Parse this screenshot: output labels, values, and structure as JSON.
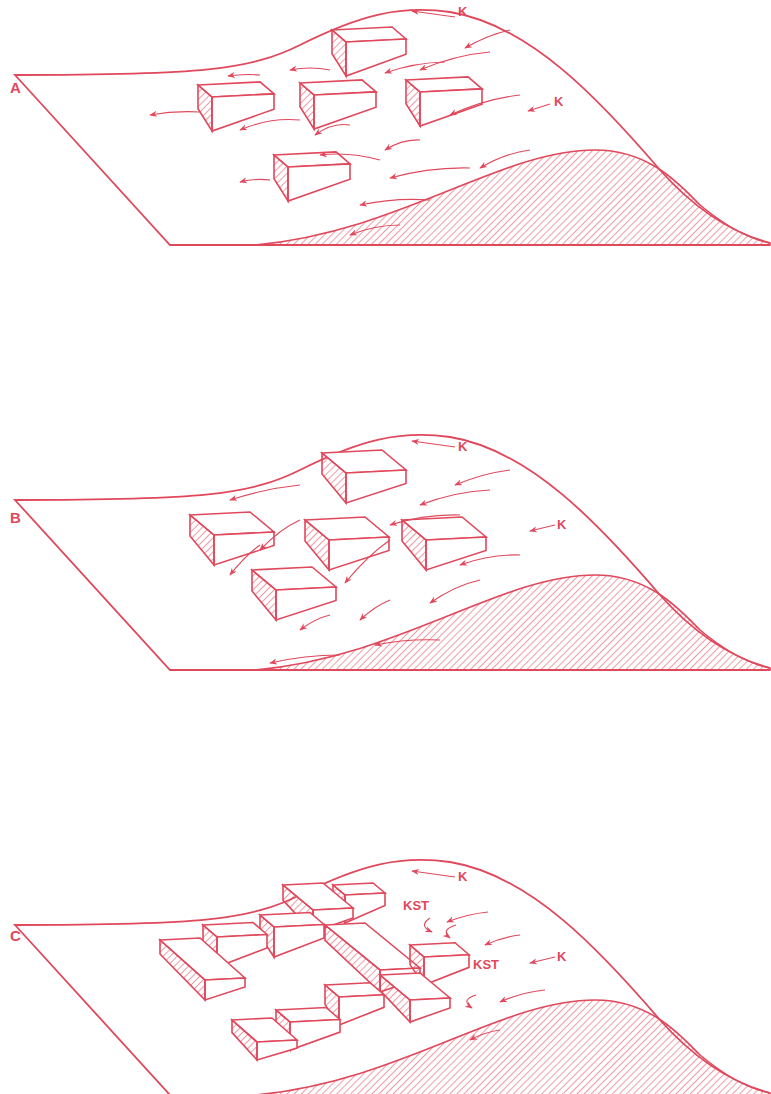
{
  "diagram": {
    "labels": [
      "A",
      "K",
      "K",
      "B",
      "K",
      "K",
      "C",
      "K",
      "KST",
      "KST",
      "K"
    ]
  }
}
